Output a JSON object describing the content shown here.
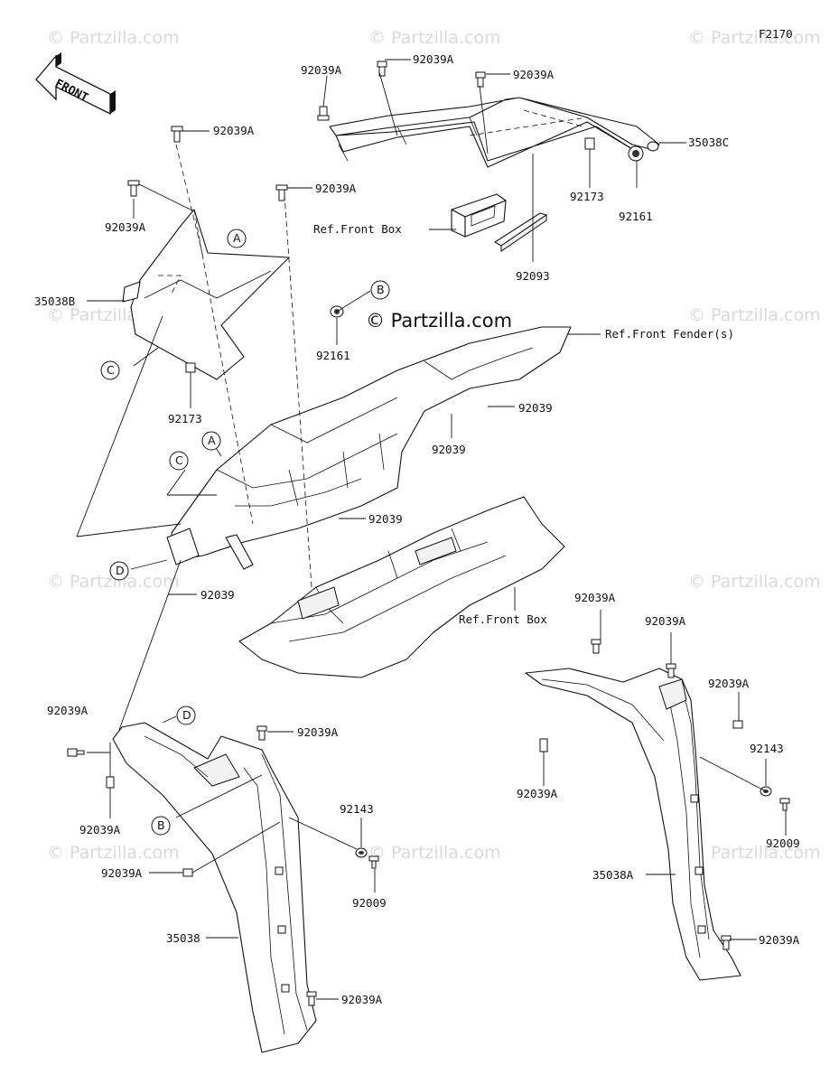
{
  "figure_code": "F2170",
  "front_arrow_label": "FRONT",
  "watermark_text": "© Partzilla.com",
  "center_watermark_text": "© Partzilla.com",
  "callouts": {
    "a_top": "A",
    "a_mid": "A",
    "b_top": "B",
    "b_low": "B",
    "c_left": "C",
    "c_mid": "C",
    "d_mid": "D",
    "d_low": "D"
  },
  "labels": {
    "p92039A_top1": "92039A",
    "p92039A_top2": "92039A",
    "p92039A_top3": "92039A",
    "p35038C": "35038C",
    "p92173_top": "92173",
    "p92161_top": "92161",
    "ref_front_box_top": "Ref.Front Box",
    "p92093": "92093",
    "p92039A_lt1": "92039A",
    "p92039A_lt2": "92039A",
    "p92039A_lt3": "92039A",
    "p35038B": "35038B",
    "p92161_mid": "92161",
    "ref_front_fenders": "Ref.Front Fender(s)",
    "p92173_left": "92173",
    "p92039_r1": "92039",
    "p92039_r2": "92039",
    "p92039_mid": "92039",
    "p92039_d": "92039",
    "ref_front_box_mid": "Ref.Front Box",
    "r_92039A_1": "92039A",
    "r_92039A_2": "92039A",
    "r_92039A_3": "92039A",
    "r_92143": "92143",
    "r_92039A_4": "92039A",
    "r_92009": "92009",
    "r_35038A": "35038A",
    "r_92039A_5": "92039A",
    "l_92039A_1": "92039A",
    "l_92039A_2": "92039A",
    "l_92039A_3": "92039A",
    "l_92039A_4": "92039A",
    "l_92143": "92143",
    "l_92009": "92009",
    "l_35038": "35038",
    "l_92039A_5": "92039A"
  }
}
